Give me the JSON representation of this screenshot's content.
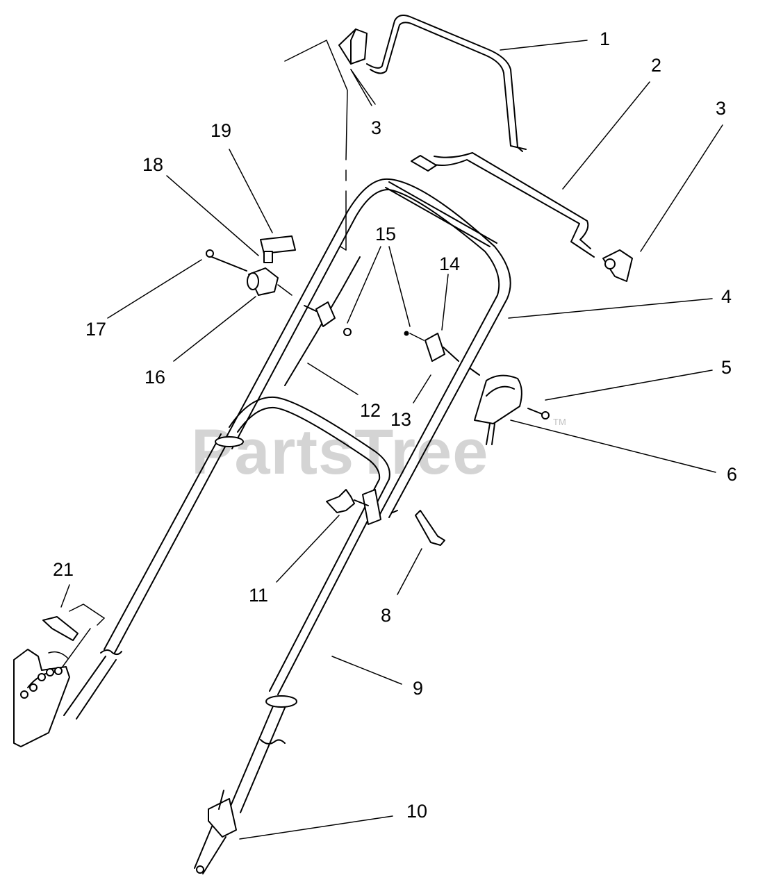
{
  "watermark": {
    "text": "PartsTree",
    "trademark": "TM"
  },
  "callouts": [
    {
      "id": "c1",
      "label": "1"
    },
    {
      "id": "c2",
      "label": "2"
    },
    {
      "id": "c3a",
      "label": "3"
    },
    {
      "id": "c3b",
      "label": "3"
    },
    {
      "id": "c4",
      "label": "4"
    },
    {
      "id": "c5",
      "label": "5"
    },
    {
      "id": "c6",
      "label": "6"
    },
    {
      "id": "c8",
      "label": "8"
    },
    {
      "id": "c9",
      "label": "9"
    },
    {
      "id": "c10",
      "label": "10"
    },
    {
      "id": "c11",
      "label": "11"
    },
    {
      "id": "c12",
      "label": "12"
    },
    {
      "id": "c13",
      "label": "13"
    },
    {
      "id": "c14",
      "label": "14"
    },
    {
      "id": "c15",
      "label": "15"
    },
    {
      "id": "c16",
      "label": "16"
    },
    {
      "id": "c17",
      "label": "17"
    },
    {
      "id": "c18",
      "label": "18"
    },
    {
      "id": "c19",
      "label": "19"
    },
    {
      "id": "c21",
      "label": "21"
    }
  ]
}
